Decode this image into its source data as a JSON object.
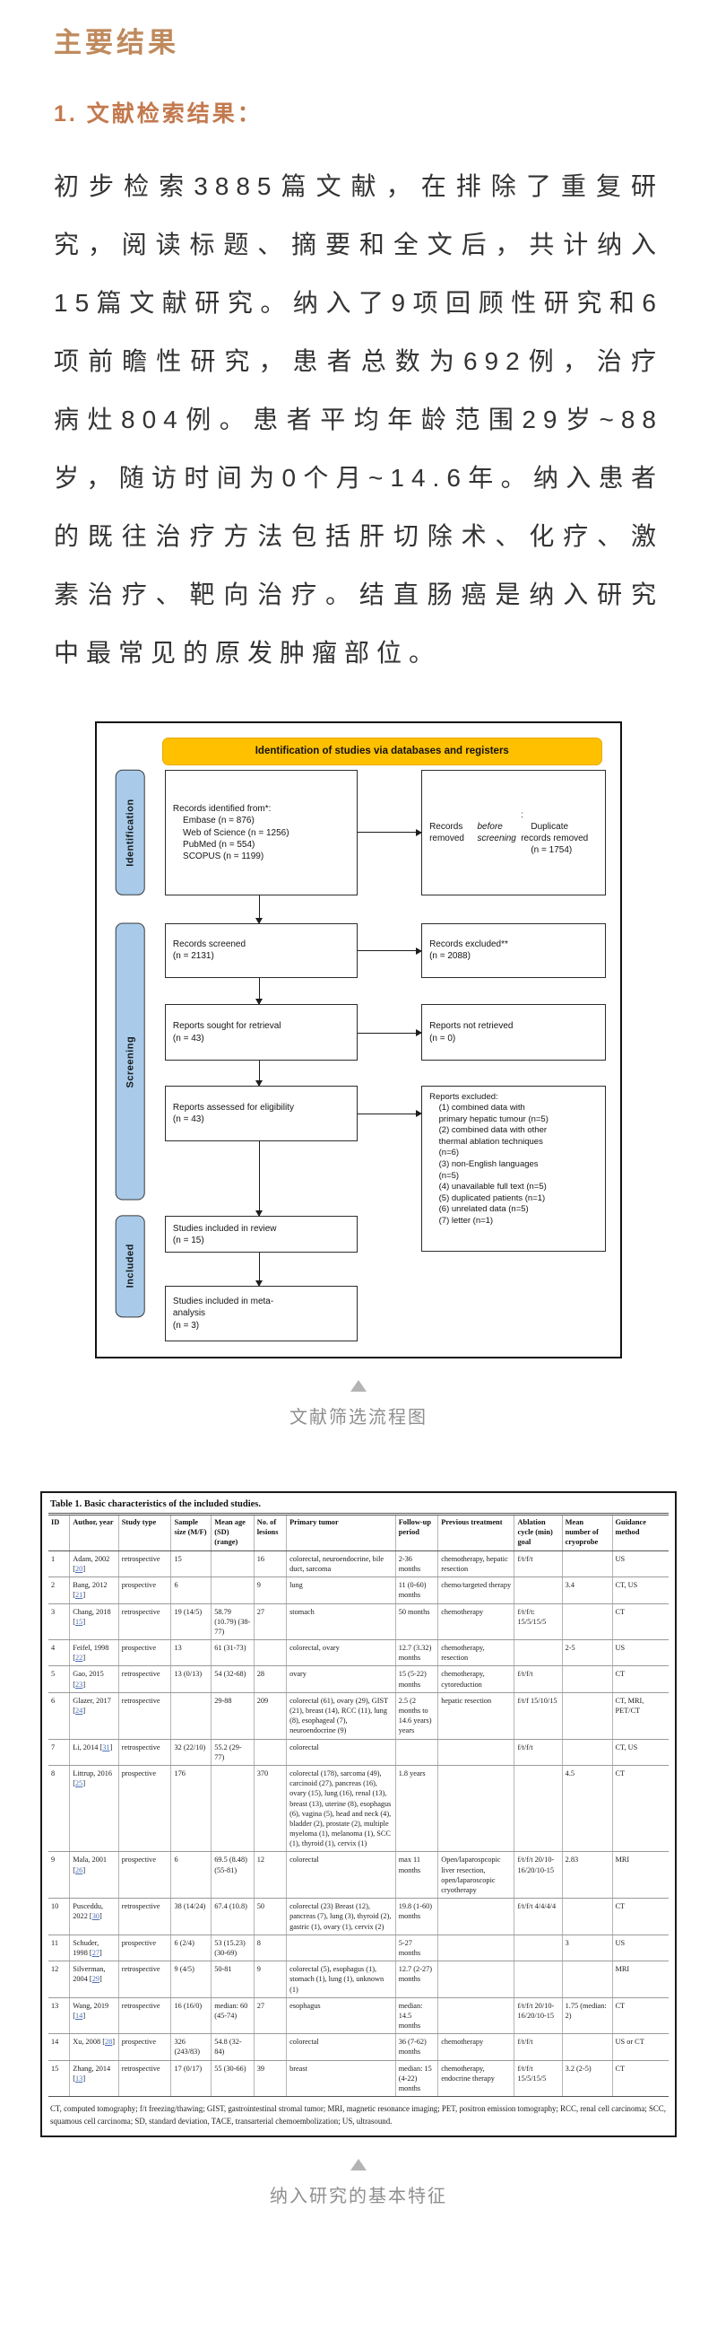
{
  "page": {
    "title": "主要结果",
    "section_heading": "1. 文献检索结果：",
    "paragraph": "初步检索3885篇文献，在排除了重复研究，阅读标题、摘要和全文后，共计纳入15篇文献研究。纳入了9项回顾性研究和6项前瞻性研究，患者总数为692例，治疗病灶804例。患者平均年龄范围29岁~88岁，随访时间为0个月~14.6年。纳入患者的既往治疗方法包括肝切除术、化疗、激素治疗、靶向治疗。结直肠癌是纳入研究中最常见的原发肿瘤部位。",
    "colors": {
      "title_gold": "#bf8a5d",
      "heading_bronze": "#c3794e",
      "banner_amber": "#ffc000",
      "side_label_blue": "#a9cbe9",
      "reference_link_blue": "#4a6fbf",
      "caption_gray": "#8f8f8f"
    }
  },
  "diagram": {
    "banner": "Identification of studies via databases and registers",
    "side_labels": {
      "identification": "Identification",
      "screening": "Screening",
      "included": "Included"
    },
    "boxes": {
      "records_identified": "Records identified from*:\n    Embase (n = 876)\n    Web of Science (n = 1256)\n    PubMed (n = 554)\n    SCOPUS (n = 1199)",
      "records_removed_html": "Records removed <i>before screening</i>:\n    Duplicate records removed\n    (n = 1754)",
      "records_screened": "Records screened\n(n = 2131)",
      "records_excluded": "Records excluded**\n(n = 2088)",
      "reports_sought": "Reports sought for retrieval\n(n = 43)",
      "reports_not_retrieved": "Reports not retrieved\n(n = 0)",
      "reports_assessed": "Reports assessed for eligibility\n(n = 43)",
      "reports_excluded": "Reports excluded:\n    (1) combined data with\n    primary hepatic tumour (n=5)\n    (2) combined data with other\n    thermal ablation techniques\n    (n=6)\n    (3) non-English languages\n    (n=5)\n    (4) unavailable full text (n=5)\n    (5) duplicated patients (n=1)\n    (6) unrelated data (n=5)\n    (7) letter (n=1)",
      "included_review": "Studies included in review\n(n = 15)",
      "included_meta": "Studies included in meta-\nanalysis\n(n = 3)"
    }
  },
  "captions": {
    "figure1": "文献筛选流程图",
    "table1": "纳入研究的基本特征"
  },
  "table": {
    "title": "Table 1.  Basic characteristics of the included studies.",
    "columns": [
      {
        "key": "id",
        "label": "ID",
        "w": "3.4%"
      },
      {
        "key": "author",
        "label": "Author, year",
        "w": "7.8%"
      },
      {
        "key": "study_type",
        "label": "Study type",
        "w": "8.4%"
      },
      {
        "key": "sample",
        "label": "Sample size (M/F)",
        "w": "6.4%"
      },
      {
        "key": "mean_age",
        "label": "Mean age (SD) (range)",
        "w": "6.8%"
      },
      {
        "key": "lesions",
        "label": "No. of lesions",
        "w": "5.2%"
      },
      {
        "key": "primary",
        "label": "Primary tumor",
        "w": "17.4%"
      },
      {
        "key": "follow_up",
        "label": "Follow-up period",
        "w": "6.8%"
      },
      {
        "key": "previous",
        "label": "Previous treatment",
        "w": "12.2%"
      },
      {
        "key": "ablation",
        "label": "Ablation cycle (min) goal",
        "w": "7.6%"
      },
      {
        "key": "cryoprobe",
        "label": "Mean number of cryoprobe",
        "w": "8.0%"
      },
      {
        "key": "guidance",
        "label": "Guidance method",
        "w": "9.0%"
      }
    ],
    "rows": [
      {
        "id": "1",
        "author": "Adam, 2002",
        "ref": "20",
        "study_type": "retrospective",
        "sample": "15",
        "mean_age": "",
        "lesions": "16",
        "primary": "colorectal, neuroendocrine, bile duct, sarcoma",
        "follow_up": "2-36 months",
        "previous": "chemotherapy, hepatic resection",
        "ablation": "f/t/f/t",
        "cryoprobe": "",
        "guidance": "US"
      },
      {
        "id": "2",
        "author": "Bang, 2012",
        "ref": "21",
        "study_type": "prospective",
        "sample": "6",
        "mean_age": "",
        "lesions": "9",
        "primary": "lung",
        "follow_up": "11 (0-60) months",
        "previous": "chemo/targeted therapy",
        "ablation": "",
        "cryoprobe": "3.4",
        "guidance": "CT, US"
      },
      {
        "id": "3",
        "author": "Chang, 2018",
        "ref": "15",
        "study_type": "retrospective",
        "sample": "19 (14/5)",
        "mean_age": "58.79 (10.79) (38-77)",
        "lesions": "27",
        "primary": "stomach",
        "follow_up": "50 months",
        "previous": "chemotherapy",
        "ablation": "f/t/f/t: 15/5/15/5",
        "cryoprobe": "",
        "guidance": "CT"
      },
      {
        "id": "4",
        "author": "Feifel, 1998",
        "ref": "22",
        "study_type": "prospective",
        "sample": "13",
        "mean_age": "61 (31-73)",
        "lesions": "",
        "primary": "colorectal, ovary",
        "follow_up": "12.7 (3.32) months",
        "previous": "chemotherapy, resection",
        "ablation": "",
        "cryoprobe": "2-5",
        "guidance": "US"
      },
      {
        "id": "5",
        "author": "Gao, 2015",
        "ref": "23",
        "study_type": "retrospective",
        "sample": "13 (0/13)",
        "mean_age": "54 (32-68)",
        "lesions": "28",
        "primary": "ovary",
        "follow_up": "15 (5-22) months",
        "previous": "chemotherapy, cytoreduction",
        "ablation": "f/t/f/t",
        "cryoprobe": "",
        "guidance": "CT"
      },
      {
        "id": "6",
        "author": "Glazer, 2017",
        "ref": "24",
        "study_type": "retrospective",
        "sample": "",
        "mean_age": "29-88",
        "lesions": "209",
        "primary": "colorectal (61), ovary (29), GIST (21), breast (14), RCC (11), lung (8), esophageal (7), neuroendocrine (9)",
        "follow_up": "2.5 (2 months to 14.6 years) years",
        "previous": "hepatic resection",
        "ablation": "f/t/f 15/10/15",
        "cryoprobe": "",
        "guidance": "CT, MRI, PET/CT"
      },
      {
        "id": "7",
        "author": "Li, 2014",
        "ref": "31",
        "study_type": "retrospective",
        "sample": "32 (22/10)",
        "mean_age": "55.2 (29-77)",
        "lesions": "",
        "primary": "colorectal",
        "follow_up": "",
        "previous": "",
        "ablation": "f/t/f/t",
        "cryoprobe": "",
        "guidance": "CT, US"
      },
      {
        "id": "8",
        "author": "Littrup, 2016",
        "ref": "25",
        "study_type": "prospective",
        "sample": "176",
        "mean_age": "",
        "lesions": "370",
        "primary": "colorectal (178), sarcoma (49), carcinoid (27), pancreas (16), ovary (15), lung (16), renal (13), breast (13), uterine (8), esophagus (6), vagina (5), head and neck (4), bladder (2), prostate (2), multiple myeloma (1), melanoma (1), SCC (1), thyroid (1), cervix (1)",
        "follow_up": "1.8 years",
        "previous": "",
        "ablation": "",
        "cryoprobe": "4.5",
        "guidance": "CT"
      },
      {
        "id": "9",
        "author": "Mala, 2001",
        "ref": "26",
        "study_type": "prospective",
        "sample": "6",
        "mean_age": "69.5 (8.48) (55-81)",
        "lesions": "12",
        "primary": "colorectal",
        "follow_up": "max 11 months",
        "previous": "Open/laparospcopic liver resection, open/laparoscopic cryotherapy",
        "ablation": "f/t/f/t 20/10-16/20/10-15",
        "cryoprobe": "2.83",
        "guidance": "MRI"
      },
      {
        "id": "10",
        "author": "Pusceddu, 2022",
        "ref": "30",
        "study_type": "retrospective",
        "sample": "38 (14/24)",
        "mean_age": "67.4 (10.8)",
        "lesions": "50",
        "primary": "colorectal (23) Breast (12), pancreas (7), lung (3), thyroid (2), gastric (1), ovary (1), cervix (2)",
        "follow_up": "19.8 (1-60) months",
        "previous": "",
        "ablation": "f/t/f/t 4/4/4/4",
        "cryoprobe": "",
        "guidance": "CT"
      },
      {
        "id": "11",
        "author": "Schuder, 1998",
        "ref": "27",
        "study_type": "prospective",
        "sample": "6 (2/4)",
        "mean_age": "53 (15.23) (30-69)",
        "lesions": "8",
        "primary": "",
        "follow_up": "5-27 months",
        "previous": "",
        "ablation": "",
        "cryoprobe": "3",
        "guidance": "US"
      },
      {
        "id": "12",
        "author": "Silverman, 2004",
        "ref": "29",
        "study_type": "retrospective",
        "sample": "9 (4/5)",
        "mean_age": "50-81",
        "lesions": "9",
        "primary": "colorectal (5), esophagus (1), stomach (1), lung (1), unknown (1)",
        "follow_up": "12.7 (2-27) months",
        "previous": "",
        "ablation": "",
        "cryoprobe": "",
        "guidance": "MRI"
      },
      {
        "id": "13",
        "author": "Wang, 2019",
        "ref": "14",
        "study_type": "retrospective",
        "sample": "16 (16/0)",
        "mean_age": "median: 60 (45-74)",
        "lesions": "27",
        "primary": "esophagus",
        "follow_up": "median: 14.5 months",
        "previous": "",
        "ablation": "f/t/f/t 20/10-16/20/10-15",
        "cryoprobe": "1.75 (median: 2)",
        "guidance": "CT"
      },
      {
        "id": "14",
        "author": "Xu, 2008",
        "ref": "28",
        "study_type": "prospective",
        "sample": "326 (243/83)",
        "mean_age": "54.8 (32-84)",
        "lesions": "",
        "primary": "colorectal",
        "follow_up": "36 (7-62) months",
        "previous": "chemotherapy",
        "ablation": "f/t/f/t",
        "cryoprobe": "",
        "guidance": "US or CT"
      },
      {
        "id": "15",
        "author": "Zhang, 2014",
        "ref": "13",
        "study_type": "retrospective",
        "sample": "17 (0/17)",
        "mean_age": "55 (30-66)",
        "lesions": "39",
        "primary": "breast",
        "follow_up": "median: 15 (4-22) months",
        "previous": "chemotherapy, endocrine therapy",
        "ablation": "f/t/f/t 15/5/15/5",
        "cryoprobe": "3.2 (2-5)",
        "guidance": "CT"
      }
    ],
    "footnote": "CT, computed tomography; f/t freezing/thawing; GIST, gastrointestinal stromal tumor; MRI, magnetic resonance imaging; PET, positron emission tomography; RCC, renal cell carcinoma; SCC, squamous cell carcinoma; SD, standard deviation, TACE, transarterial chemoembolization; US, ultrasound."
  }
}
